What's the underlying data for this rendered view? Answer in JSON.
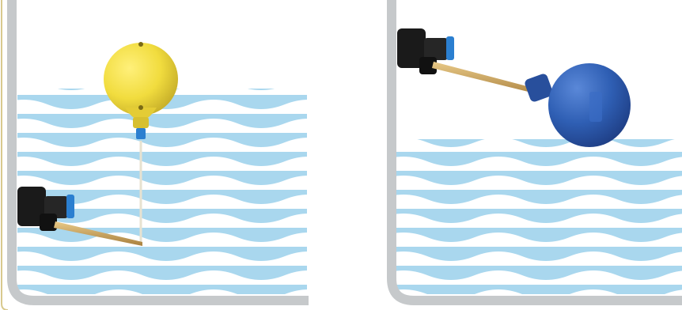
{
  "scene": {
    "description_free": true,
    "colors": {
      "tank_wall": "#c6c9cb",
      "water_light": "#a9d7ee",
      "water_white": "#ffffff",
      "outer_border": "#d8c98e",
      "yellow_float": "#f1dc3e",
      "yellow_float_shadow": "#c9b12a",
      "blue_float": "#2f5fb4",
      "blue_float_dark": "#1f3f86",
      "valve_body": "#1a1a1a",
      "valve_nozzle": "#2b7fd0",
      "brass_arm": "#c8a15a"
    },
    "panels": [
      {
        "name": "left-tank",
        "float_color": "yellow",
        "float_position": "raised-on-rod"
      },
      {
        "name": "right-tank",
        "float_color": "blue",
        "float_position": "floating-on-water"
      }
    ]
  }
}
